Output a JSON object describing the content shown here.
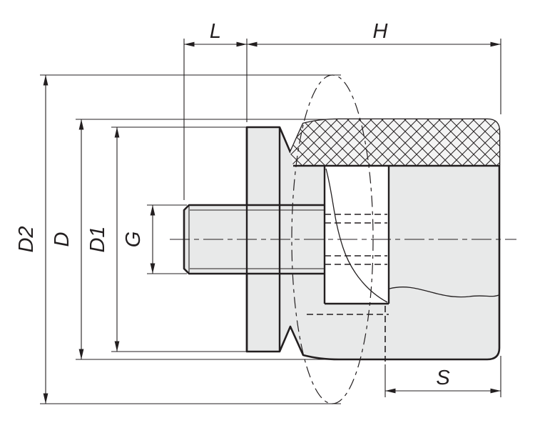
{
  "drawing": {
    "kind": "dimensioned-section-view",
    "labels": {
      "L": "L",
      "H": "H",
      "D2": "D2",
      "D": "D",
      "D1": "D1",
      "G": "G",
      "S": "S"
    },
    "colors": {
      "line": "#231f20",
      "part_fill": "#e8e9e9",
      "section_fill": "#f4f4f4",
      "insert_fill": "#ffffff",
      "background": "#ffffff"
    }
  }
}
